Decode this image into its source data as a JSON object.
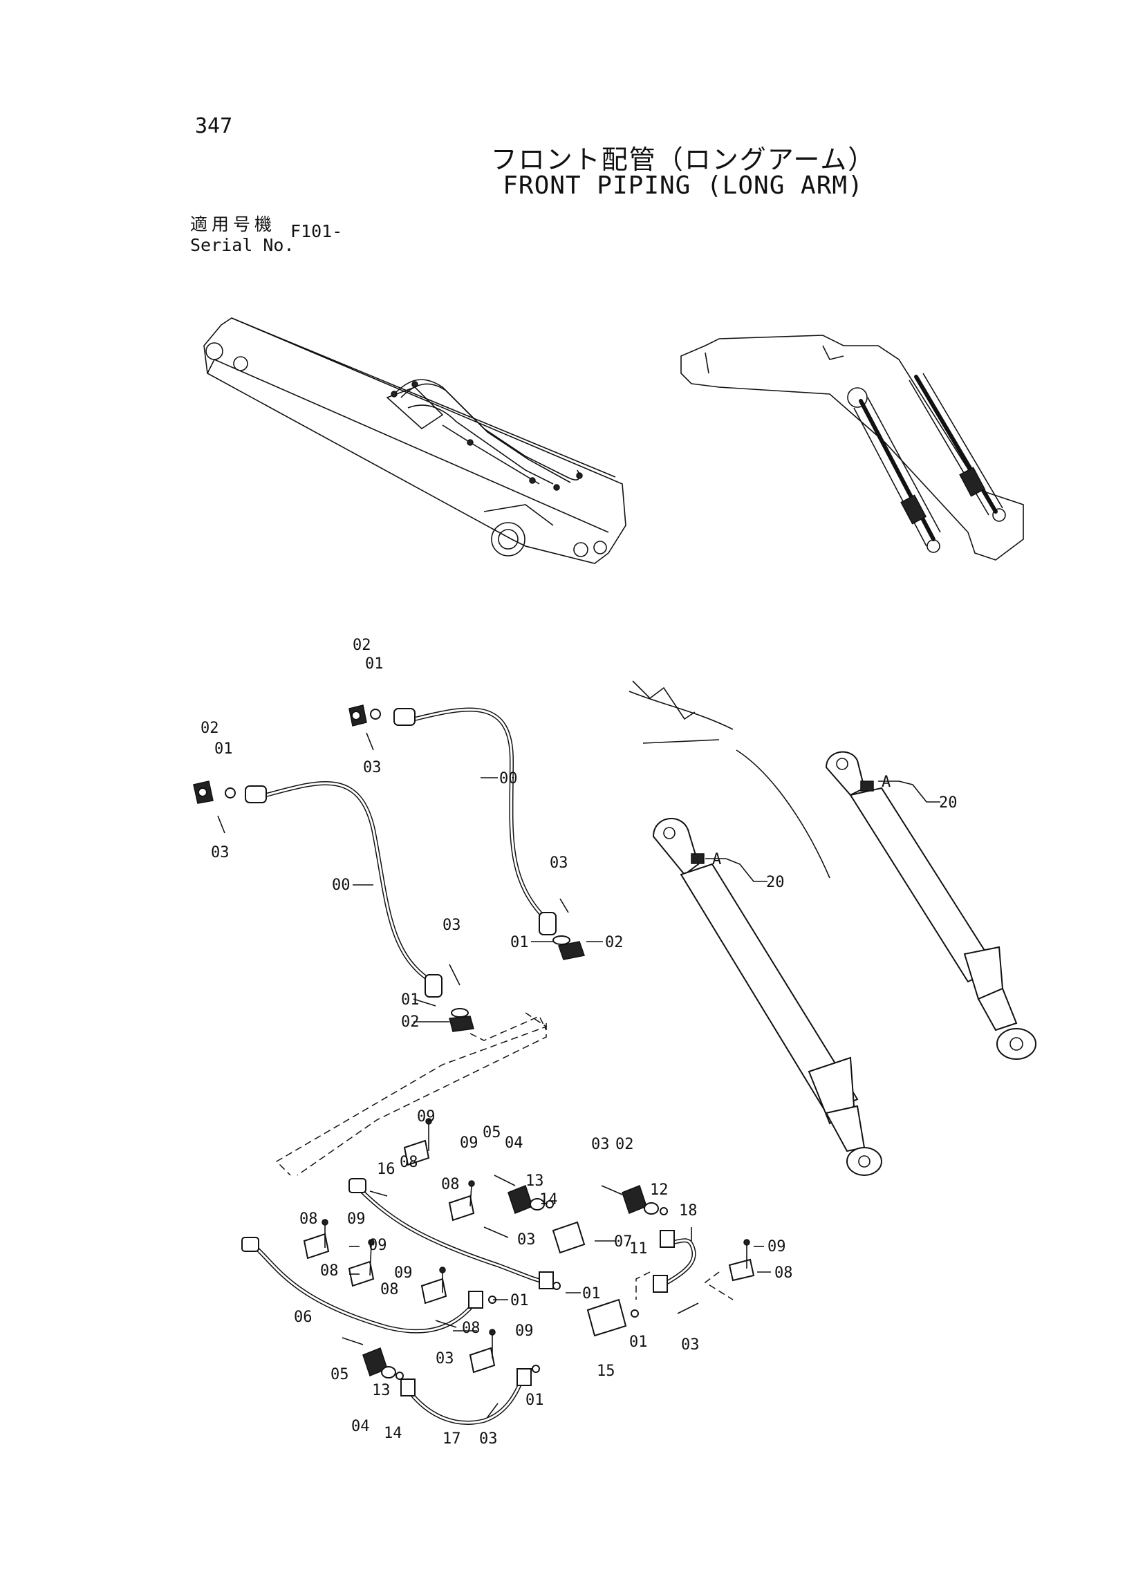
{
  "header": {
    "page_number": "347",
    "title_jp": "フロント配管（ロングアーム）",
    "title_en": "FRONT PIPING (LONG ARM)",
    "serial_label_jp": "適用号機",
    "serial_label_en": "Serial No.",
    "serial_value": "F101-"
  },
  "callouts": {
    "a": "A",
    "n00": "00",
    "n01": "01",
    "n02": "02",
    "n03": "03",
    "n04": "04",
    "n05": "05",
    "n06": "06",
    "n07": "07",
    "n08": "08",
    "n09": "09",
    "n11": "11",
    "n12": "12",
    "n13": "13",
    "n14": "14",
    "n15": "15",
    "n16": "16",
    "n17": "17",
    "n18": "18",
    "n20": "20"
  }
}
